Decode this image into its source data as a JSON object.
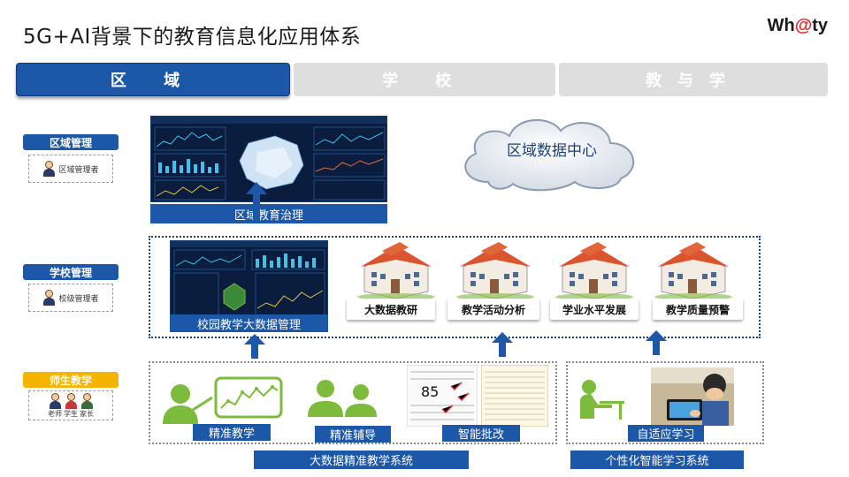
{
  "header": {
    "title": "5G+AI背景下的教育信息化应用体系",
    "brand_prefix": "Wh",
    "brand_at": "@",
    "brand_suffix": "ty"
  },
  "tabs": [
    {
      "label": "区 域",
      "active": true
    },
    {
      "label": "学 校",
      "active": false
    },
    {
      "label": "教与学",
      "active": false
    }
  ],
  "roles": {
    "region": {
      "label": "区域管理",
      "person": "区域管理者",
      "color": "#1d57a8"
    },
    "school": {
      "label": "学校管理",
      "person": "校级管理者",
      "color": "#1d57a8"
    },
    "teaching": {
      "label": "师生教学",
      "persons": [
        "老师",
        "学生",
        "家长"
      ],
      "color": "#f4b400"
    }
  },
  "region": {
    "dashboard_title": "区域教育治理",
    "cloud_label": "区域数据中心"
  },
  "school": {
    "dashboard_title": "校园教学大数据管理",
    "buildings": [
      "大数据教研",
      "教学活动分析",
      "学业水平发展",
      "教学质量预警"
    ]
  },
  "teaching": {
    "items": [
      "精准教学",
      "精准辅导",
      "智能批改",
      "自适应学习"
    ],
    "score": "85",
    "system_left": "大数据精准教学系统",
    "system_right": "个性化智能学习系统"
  },
  "colors": {
    "primary": "#1d57a8",
    "inactive_tab": "#dedede",
    "accent_yellow": "#f4b400",
    "icon_green": "#7dbb3c"
  }
}
